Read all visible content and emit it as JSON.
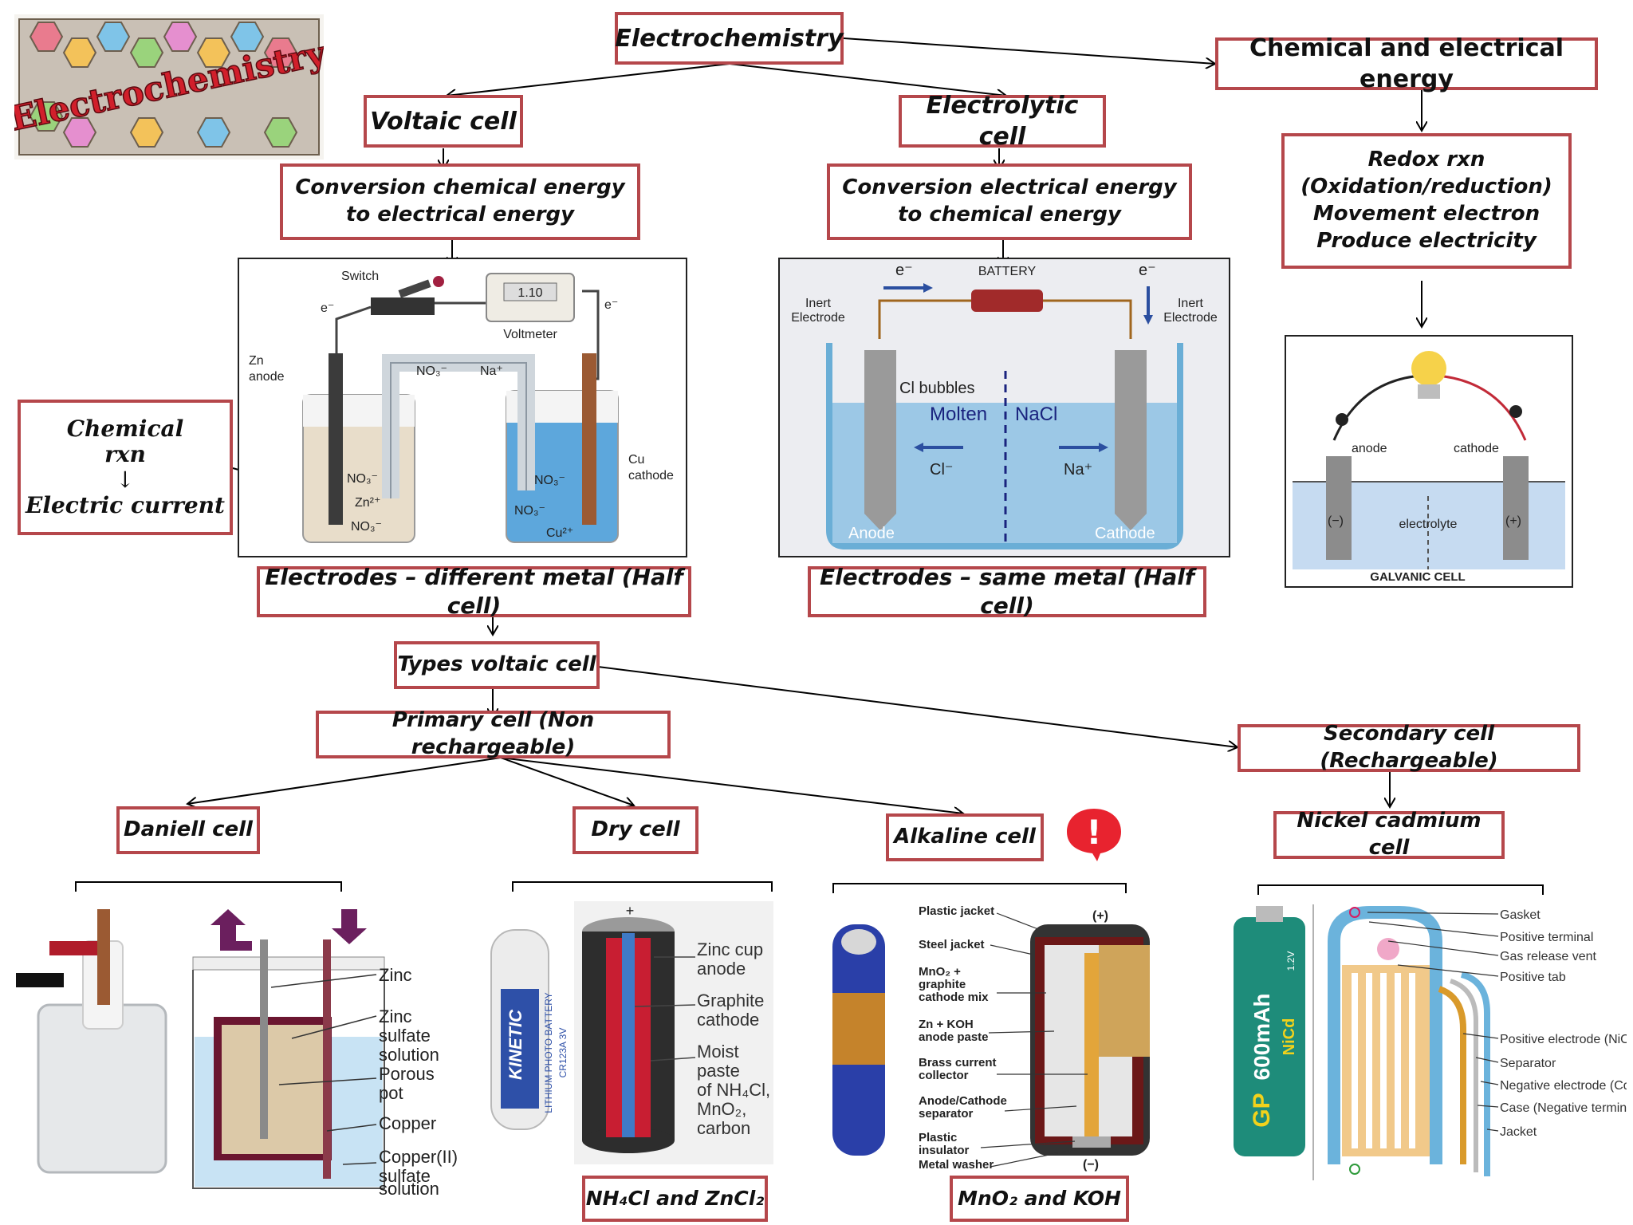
{
  "title": "Electrochemistry",
  "logo_text": "Electrochemistry",
  "chemical_electrical_energy": "Chemical and electrical energy",
  "redox_box": "Redox rxn\n(Oxidation/reduction)\nMovement electron\nProduce electricity",
  "voltaic": {
    "title": "Voltaic cell",
    "conversion": "Conversion chemical energy\nto electrical energy",
    "electrodes": "Electrodes – different metal (Half cell)",
    "diagram": {
      "switch": "Switch",
      "voltmeter": "Voltmeter",
      "voltmeter_reading": "1.10",
      "electron_left": "e⁻",
      "electron_right": "e⁻",
      "zn_anode_1": "Zn",
      "zn_anode_2": "anode",
      "cu_cathode_1": "Cu",
      "cu_cathode_2": "cathode",
      "bridge_no3": "NO₃⁻",
      "bridge_na": "Na⁺",
      "left_no3_a": "NO₃⁻",
      "left_zn": "Zn²⁺",
      "left_no3_b": "NO₃⁻",
      "right_no3_a": "NO₃⁻",
      "right_no3_b": "NO₃⁻",
      "right_cu": "Cu²⁺"
    }
  },
  "chemical_rxn_box": {
    "line1": "Chemical",
    "line2": "rxn",
    "arrow": "↓",
    "line3": "Electric current"
  },
  "electrolytic": {
    "title": "Electrolytic cell",
    "conversion": "Conversion electrical energy\nto chemical energy",
    "electrodes": "Electrodes – same metal (Half cell)",
    "diagram": {
      "battery": "BATTERY",
      "electron_left": "e⁻",
      "electron_right": "e⁻",
      "inert_left_1": "Inert",
      "inert_left_2": "Electrode",
      "inert_right_1": "Inert",
      "inert_right_2": "Electrode",
      "cl_bubbles": "Cl bubbles",
      "molten": "Molten",
      "nacl": "NaCl",
      "cl_ion": "Cl⁻",
      "na_ion": "Na⁺",
      "anode": "Anode",
      "cathode": "Cathode"
    }
  },
  "galvanic": {
    "anode": "anode",
    "cathode": "cathode",
    "neg": "(−)",
    "pos": "(+)",
    "electrolyte": "electrolyte",
    "caption": "GALVANIC CELL"
  },
  "types_voltaic": "Types voltaic cell",
  "primary_cell": "Primary cell (Non rechargeable)",
  "secondary_cell": "Secondary  cell (Rechargeable)",
  "daniell": {
    "title": "Daniell cell",
    "labels": [
      "Zinc",
      "Zinc",
      "sulfate",
      "solution",
      "Porous",
      "pot",
      "Copper",
      "Copper(II)",
      "sulfate",
      "solution"
    ]
  },
  "dry": {
    "title": "Dry cell",
    "footer": "NH₄Cl and ZnCl₂",
    "battery_text": "KINETIC",
    "battery_sub": "LITHIUM PHOTO BATTERY",
    "battery_model": "CR123A 3V",
    "plus": "+",
    "labels": [
      "Zinc cup",
      "anode",
      "Graphite",
      "cathode",
      "Moist",
      "paste",
      "of NH₄Cl,",
      "MnO₂,",
      "carbon"
    ]
  },
  "alkaline": {
    "title": "Alkaline cell",
    "footer": "MnO₂ and KOH",
    "alert": "!",
    "plus": "(+)",
    "minus": "(−)",
    "labels": [
      "Plastic jacket",
      "Steel jacket",
      "MnO₂ +",
      "graphite",
      "cathode mix",
      "Zn + KOH",
      "anode paste",
      "Brass current",
      "collector",
      "Anode/Cathode",
      "separator",
      "Plastic",
      "insulator",
      "Metal washer"
    ]
  },
  "nicd": {
    "title": "Nickel cadmium cell",
    "battery_brand": "GP",
    "battery_capacity": "600mAh",
    "battery_type": "NiCd",
    "battery_voltage": "1.2V",
    "labels": [
      "Gasket",
      "Positive terminal",
      "Gas release vent",
      "Positive tab",
      "Positive electrode (NiOOH)",
      "Separator",
      "Negative electrode (Cd)",
      "Case (Negative terminal)",
      "Jacket"
    ]
  }
}
